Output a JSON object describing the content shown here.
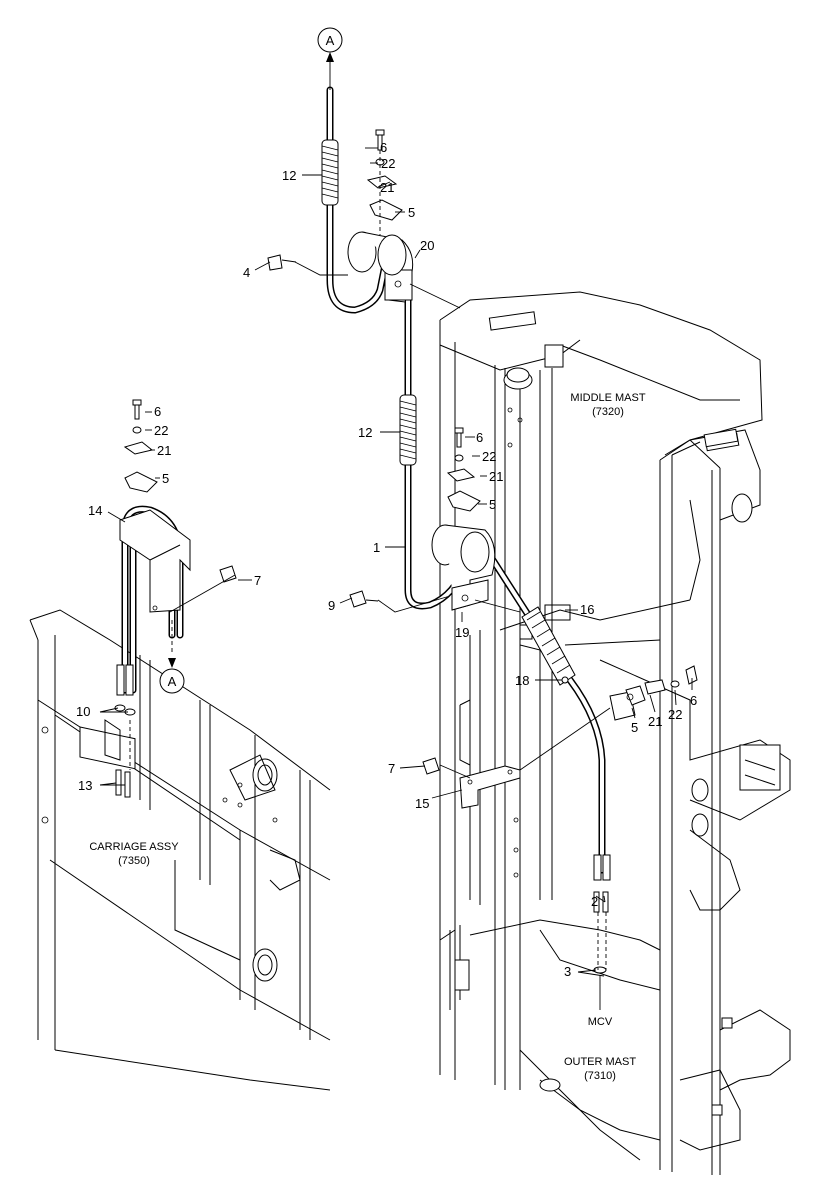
{
  "callouts": [
    "1",
    "2",
    "3",
    "4",
    "5",
    "6",
    "7",
    "9",
    "10",
    "12",
    "13",
    "14",
    "15",
    "16",
    "18",
    "19",
    "20",
    "21",
    "22"
  ],
  "connector_letter": "A",
  "assemblies": {
    "middle_mast": {
      "name": "MIDDLE MAST",
      "code": "(7320)"
    },
    "outer_mast": {
      "name": "OUTER MAST",
      "code": "(7310)"
    },
    "carriage": {
      "name": "CARRIAGE ASSY",
      "code": "(7350)"
    },
    "mcv": "MCV"
  },
  "colors": {
    "line": "#000000",
    "background": "#ffffff"
  }
}
